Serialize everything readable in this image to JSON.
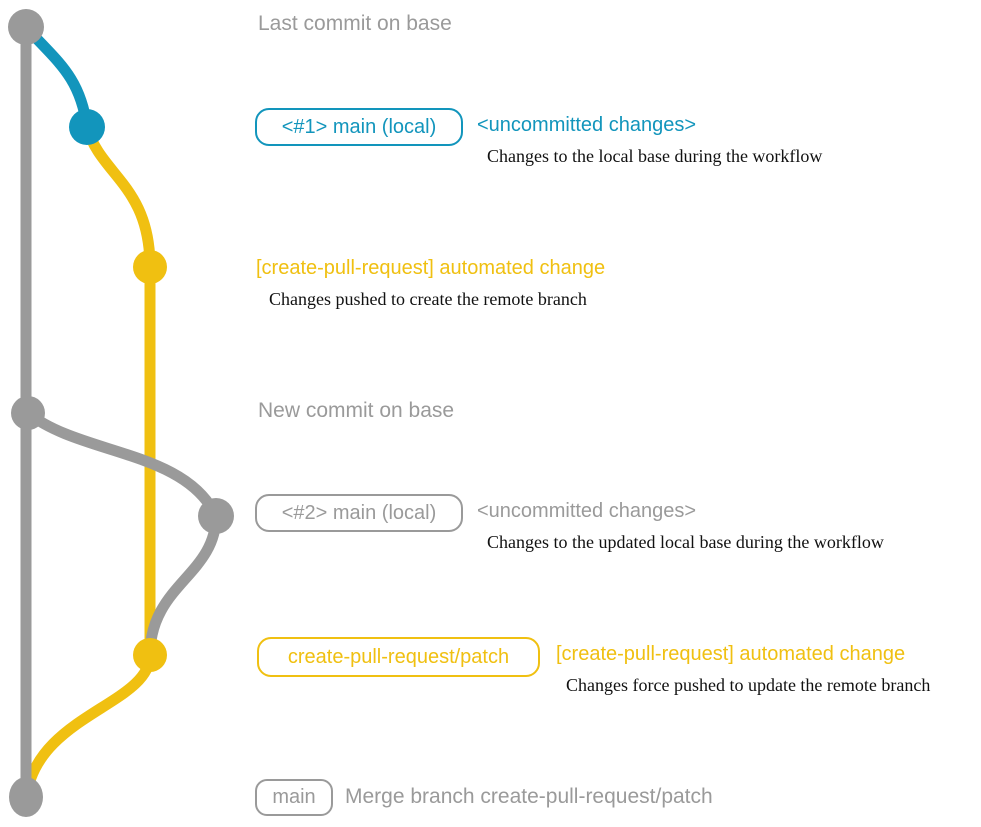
{
  "colors": {
    "base_gray": "#9a9a9a",
    "local_blue": "#1295bc",
    "branch_yellow": "#f0c011",
    "description_black": "#111111"
  },
  "annotations": {
    "last_commit_on_base": "Last commit on base",
    "new_commit_on_base": "New commit on base",
    "merge_commit": "Merge branch create-pull-request/patch"
  },
  "commits": {
    "local_main_1": {
      "badge": "<#1> main (local)",
      "title": "<uncommitted changes>",
      "description": "Changes to the local base during the workflow"
    },
    "automated_change_1": {
      "title": "[create-pull-request] automated change",
      "description": "Changes pushed to create the remote branch"
    },
    "local_main_2": {
      "badge": "<#2> main (local)",
      "title": "<uncommitted changes>",
      "description": "Changes to the updated local base during the workflow"
    },
    "automated_change_2": {
      "badge": "create-pull-request/patch",
      "title": "[create-pull-request] automated change",
      "description": "Changes force pushed to update the remote branch"
    },
    "merge": {
      "badge": "main"
    }
  }
}
